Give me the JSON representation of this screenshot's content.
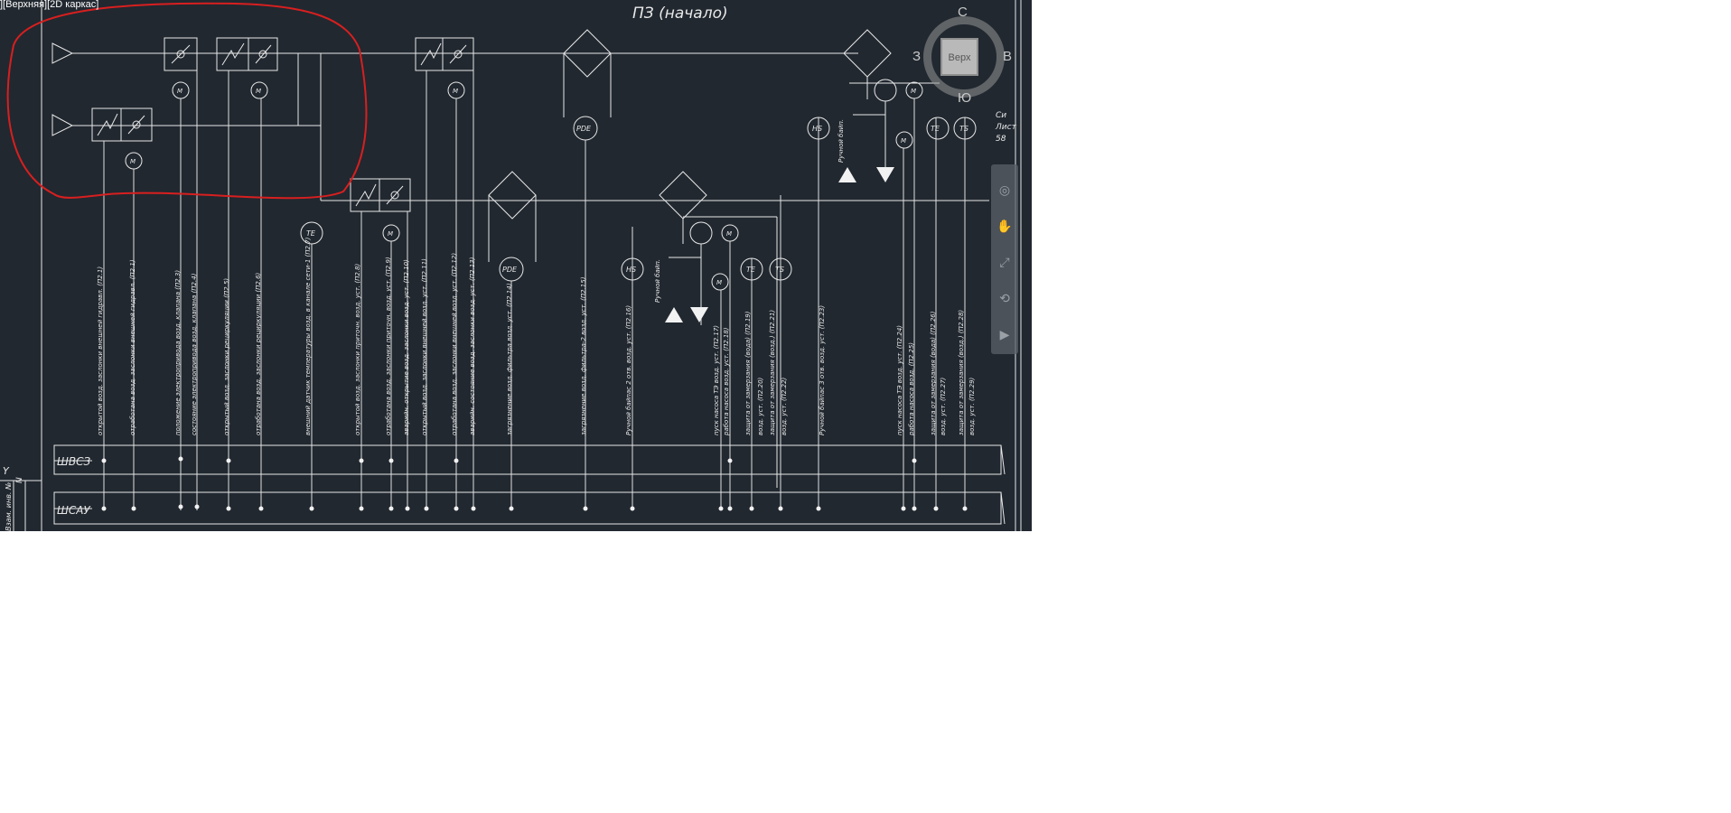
{
  "viewport": {
    "label": "][Верхняя][2D каркас]"
  },
  "drawing": {
    "title": "ПЗ (начало)",
    "sheet_text": [
      "Си",
      "Лист",
      "58"
    ],
    "bus_labels": [
      "ШВСЗ",
      "ШСАУ"
    ],
    "instruments": {
      "motor": "M",
      "pdt": "PDE",
      "te": "TE",
      "ts": "TS",
      "hs": "HS"
    },
    "manual_label": "Ручной байп."
  },
  "signals": [
    "открытой возд. заслонки внешней гидравл. (П2.1)",
    "отработана возд. заслонки внешней гидравл. (П2.1)",
    "положение электропривода возд. клапана (П2.3)",
    "состояние электропривода возд. клапана (П2.4)",
    "открытый возд. заслонки рециркуляции (П2.5)",
    "отработана возд. заслонки рециркуляции (П2.6)",
    "внешний датчик температуры возд. в канале сети-1 (П2.7)",
    "открытой возд. заслонки приточн. возд. уст. (П2.8)",
    "отработана возд. заслонки приточн. возд. уст. (П2.9)",
    "аварийн. открытие возд. заслонки возд. уст. (П2.10)",
    "открытый возд. заслонки внешней возд. уст. (П2.11)",
    "отработана возд. заслонки внешней возд. уст. (П2.12)",
    "аварийн. состояние возд. заслонки возд. уст. (П2.13)",
    "загрязнение возд. фильтра возд. уст. (П2.14)",
    "загрязнение возд. фильтра-2 возд. уст. (П2.15)",
    "Ручной байпас 2 отв. возд. уст. (П2.16)",
    "пуск насоса ТЭ возд. уст. (П2.17)",
    "работа насоса возд. уст. (П2.18)",
    "защита от замерзания (вода) (П2.19)",
    "возд. уст. (П2.20)",
    "защита от замерзания (возд.) (П2.21)",
    "возд. уст. (П2.22)",
    "Ручной байпас 3 отв. возд. уст. (П2.23)",
    "пуск насоса ТЭ возд. уст. (П2.24)",
    "работа насоса возд. (П2.25)",
    "защита от замерзания (вода) (П2.26)",
    "возд. уст. (П2.27)",
    "защита от замерзания (возд.) (П2.28)",
    "возд. уст. (П2.29)"
  ],
  "viewcube": {
    "north": "С",
    "south": "Ю",
    "west": "З",
    "east": "В",
    "face": "Верх"
  },
  "ucs": {
    "y": "Y",
    "n": "N",
    "side_text": "Взам. инв. №"
  }
}
